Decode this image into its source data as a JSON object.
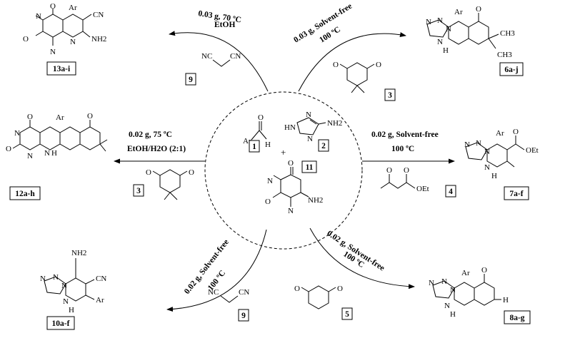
{
  "center": {
    "reagents": [
      {
        "id": "1",
        "atoms": [
          "Ar",
          "O",
          "H"
        ]
      },
      {
        "id": "2",
        "atoms": [
          "H",
          "N",
          "N",
          "N",
          "NH2"
        ]
      },
      {
        "id": "11",
        "atoms": [
          "O",
          "N",
          "O",
          "N",
          "NH2"
        ]
      }
    ],
    "plus": "+"
  },
  "routes": [
    {
      "name": "top-left",
      "product_label": "13a-i",
      "conditions": [
        "0.03 g, 70 ºC",
        "EtOH"
      ],
      "reagent_label": "9",
      "reagent_atoms": [
        "NC",
        "CN"
      ],
      "product_atoms": [
        "O",
        "Ar",
        "CN",
        "N",
        "O",
        "N",
        "N",
        "NH2"
      ]
    },
    {
      "name": "top-right",
      "product_label": "6a-j",
      "conditions": [
        "0.03 g, Solvent-free",
        "100 ºC"
      ],
      "reagent_label": "3",
      "reagent_atoms": [
        "O",
        "O"
      ],
      "product_atoms": [
        "Ar",
        "O",
        "N",
        "N",
        "N",
        "N",
        "H",
        "CH3",
        "CH3"
      ]
    },
    {
      "name": "left",
      "product_label": "12a-h",
      "conditions": [
        "0.02 g, 75 ºC",
        "EtOH/H2O (2:1)"
      ],
      "reagent_label": "3",
      "reagent_atoms": [
        "O",
        "O"
      ],
      "product_atoms": [
        "O",
        "Ar",
        "O",
        "N",
        "O",
        "N",
        "N",
        "H"
      ]
    },
    {
      "name": "right",
      "product_label": "7a-f",
      "conditions": [
        "0.02 g, Solvent-free",
        "100 ºC"
      ],
      "reagent_label": "4",
      "reagent_atoms": [
        "O",
        "O",
        "OEt"
      ],
      "product_atoms": [
        "Ar",
        "O",
        "OEt",
        "N",
        "N",
        "N",
        "N",
        "H"
      ]
    },
    {
      "name": "bottom-left",
      "product_label": "10a-f",
      "conditions": [
        "0.02 g, Solvent-free",
        "100 ºC"
      ],
      "reagent_label": "9",
      "reagent_atoms": [
        "NC",
        "CN"
      ],
      "product_atoms": [
        "NH2",
        "CN",
        "N",
        "N",
        "N",
        "Ar",
        "N",
        "H"
      ]
    },
    {
      "name": "bottom-right",
      "product_label": "8a-g",
      "conditions": [
        "0.02 g, Solvent-free",
        "100 ºC"
      ],
      "reagent_label": "5",
      "reagent_atoms": [
        "O",
        "O"
      ],
      "product_atoms": [
        "Ar",
        "O",
        "N",
        "N",
        "N",
        "N",
        "H",
        "H"
      ]
    }
  ]
}
